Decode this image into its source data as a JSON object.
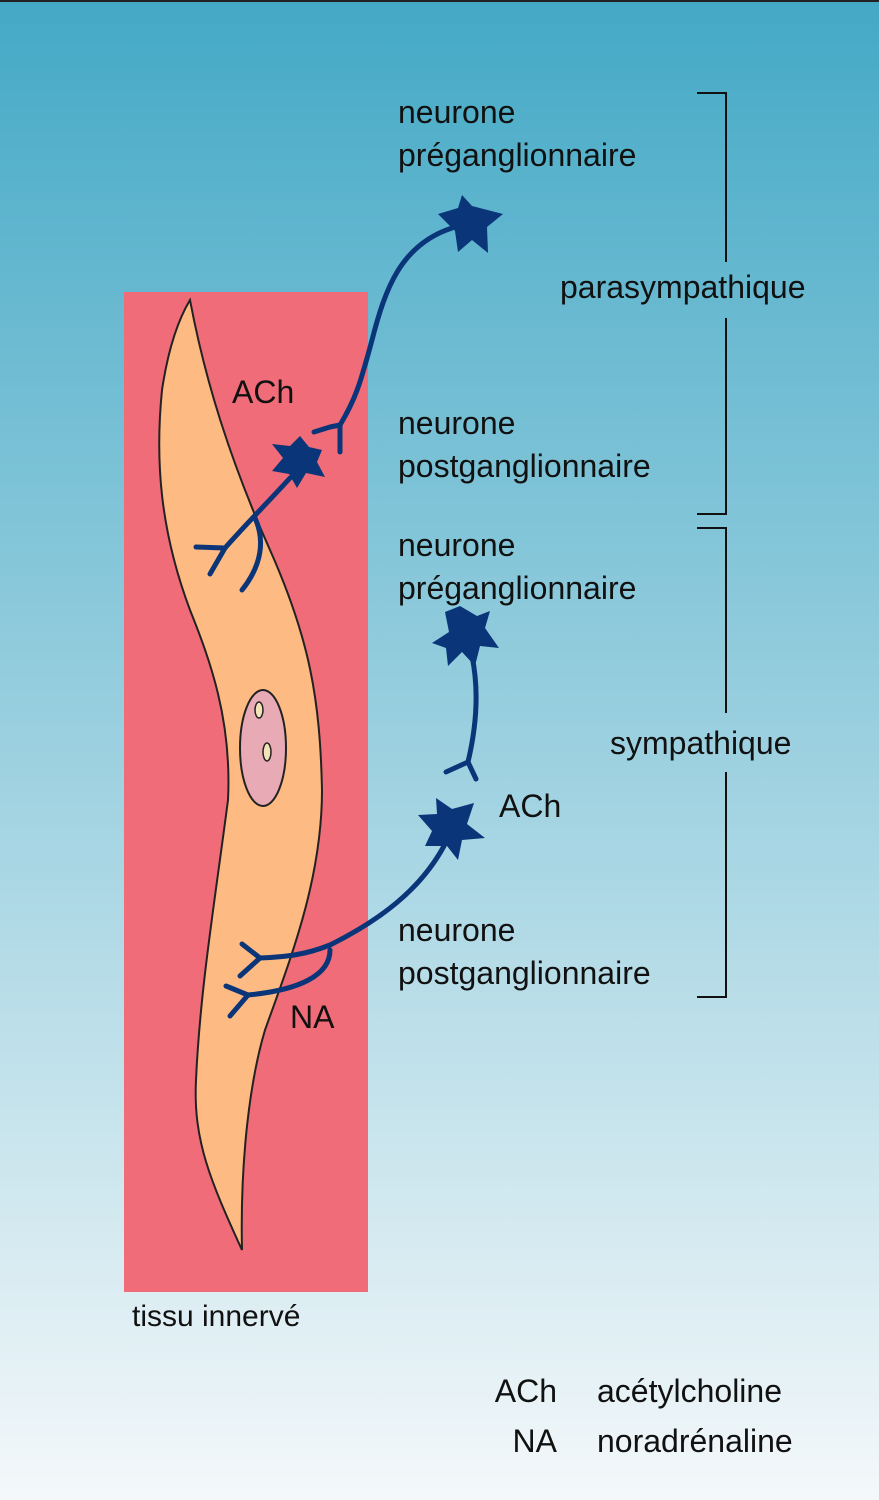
{
  "colors": {
    "background_top": "#44a9c6",
    "background_bottom": "#f4f8fa",
    "tissue": "#f06c78",
    "cell": "#fdba82",
    "nucleus": "#e8aab5",
    "neuron": "#0a3579"
  },
  "labels": {
    "para_pre": [
      "neurone",
      "préganglionnaire"
    ],
    "para_post": [
      "neurone",
      "postganglionnaire"
    ],
    "parasympathique": "parasympathique",
    "symp_pre": [
      "neurone",
      "préganglionnaire"
    ],
    "symp_post": [
      "neurone",
      "postganglionnaire"
    ],
    "sympathique": "sympathique",
    "ach_para": "ACh",
    "ach_symp": "ACh",
    "na": "NA",
    "tissue": "tissu innervé"
  },
  "legend": [
    {
      "abbr": "ACh",
      "meaning": "acétylcholine"
    },
    {
      "abbr": "NA",
      "meaning": "noradrénaline"
    }
  ]
}
